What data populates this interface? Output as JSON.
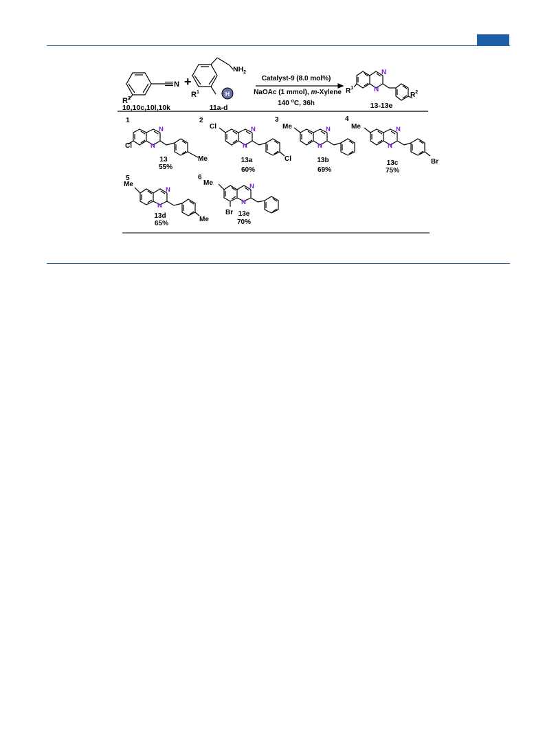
{
  "header": {
    "accent_color": "#1f5ea8",
    "rule_color": "#2a5d9a"
  },
  "scheme": {
    "reactant1": {
      "cn": "N",
      "r": "R",
      "r_sup": "2",
      "label": "10,10c,10l,10k"
    },
    "plus": "+",
    "reactant2": {
      "nh2": "NH",
      "nh2_sub": "2",
      "r": "R",
      "r_sup": "1",
      "h": "H",
      "label": "11a-d"
    },
    "conditions": {
      "line1": "Catalyst-9 (8.0 mol%)",
      "line2_a": "NaOAc (1 mmol), ",
      "line2_b": "m",
      "line2_c": "-Xylene",
      "line3_a": "140 ",
      "line3_sup": "o",
      "line3_b": "C, 36h"
    },
    "product": {
      "r1": "R",
      "r1_sup": "1",
      "r2": "R",
      "r2_sup": "2",
      "label": "13-13e",
      "n": "N"
    }
  },
  "entries": [
    {
      "num": "1",
      "compound": "13",
      "yield": "55%",
      "sub_a": "Cl",
      "sub_b": "Me"
    },
    {
      "num": "2",
      "compound": "13a",
      "yield": "60%",
      "sub_a": "Cl",
      "sub_b": "Cl"
    },
    {
      "num": "3",
      "compound": "13b",
      "yield": "69%",
      "sub_a": "Me"
    },
    {
      "num": "4",
      "compound": "13c",
      "yield": "75%",
      "sub_a": "Me",
      "sub_b": "Br"
    },
    {
      "num": "5",
      "compound": "13d",
      "yield": "65%",
      "sub_a": "Me",
      "sub_b": "Me"
    },
    {
      "num": "6",
      "compound": "13e",
      "yield": "70%",
      "sub_a": "Me",
      "sub_b": "Br"
    }
  ]
}
